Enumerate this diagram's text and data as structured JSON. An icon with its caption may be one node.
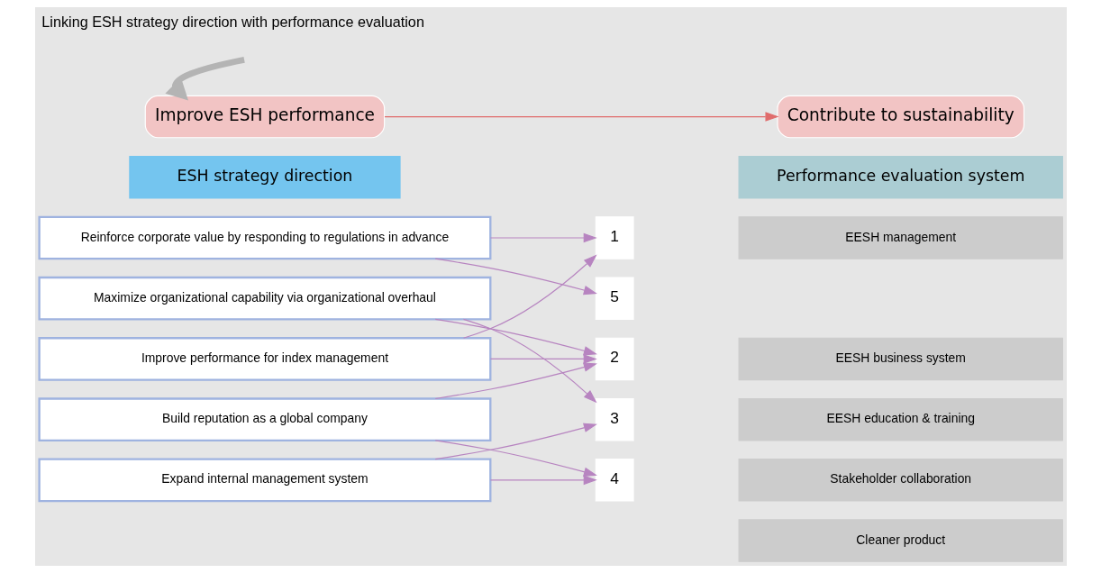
{
  "diagram": {
    "title": "Linking ESH strategy direction with performance evaluation",
    "nodes": [
      {
        "text": [
          "Improve ESH performance"
        ]
      },
      {
        "text": [
          "Contribute to sustainability"
        ]
      },
      {
        "text": [
          "ESH strategy direction"
        ]
      },
      {
        "text": [
          "Performance evaluation system"
        ]
      },
      {
        "text": [
          "Reinforce corporate value by responding to regulations in advance"
        ]
      },
      {
        "text": [
          "1"
        ]
      },
      {
        "text": [
          "EESH management"
        ]
      },
      {
        "text": [
          "Maximize organizational capability via organizational overhaul"
        ]
      },
      {
        "text": [
          "2"
        ]
      },
      {
        "text": [
          "EESH business system"
        ]
      },
      {
        "text": [
          "Improve performance for index management"
        ]
      },
      {
        "text": [
          "3"
        ]
      },
      {
        "text": [
          "EESH education & training"
        ]
      },
      {
        "text": [
          "Build reputation as a global company"
        ]
      },
      {
        "text": [
          "4"
        ]
      },
      {
        "text": [
          "Stakeholder collaboration"
        ]
      },
      {
        "text": [
          "Expand internal management system"
        ]
      },
      {
        "text": [
          "5"
        ]
      },
      {
        "text": [
          "Cleaner product"
        ]
      }
    ],
    "edges": [
      {
        "from": 0,
        "to": 1,
        "arrow": "to",
        "color": "#e06c6c"
      },
      {
        "from": null,
        "to": 0,
        "arrow": "to",
        "style": "thick",
        "color": "#b4b4b4"
      },
      {
        "from": 4,
        "to": 5,
        "arrow": "to"
      },
      {
        "from": 4,
        "to": 17,
        "arrow": "to"
      },
      {
        "from": 7,
        "to": 8,
        "arrow": "to"
      },
      {
        "from": 7,
        "to": 11,
        "arrow": "to"
      },
      {
        "from": 10,
        "to": 5,
        "arrow": "to"
      },
      {
        "from": 10,
        "to": 8,
        "arrow": "to"
      },
      {
        "from": 13,
        "to": 8,
        "arrow": "to"
      },
      {
        "from": 13,
        "to": 14,
        "arrow": "to"
      },
      {
        "from": 16,
        "to": 11,
        "arrow": "to"
      },
      {
        "from": 16,
        "to": 14,
        "arrow": "to"
      }
    ]
  }
}
